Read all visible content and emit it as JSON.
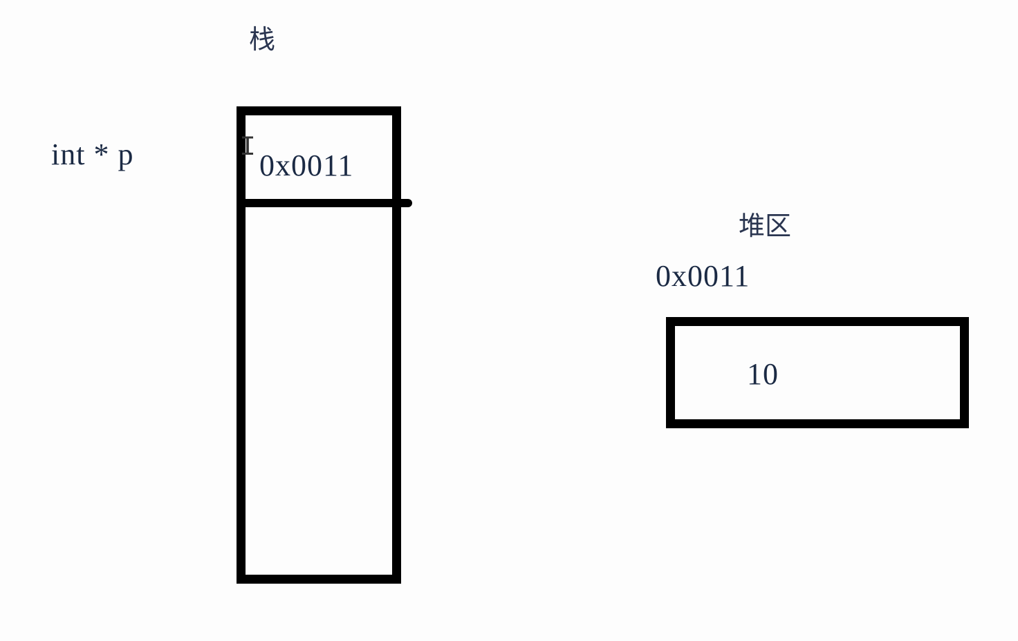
{
  "stack": {
    "title": "栈",
    "variable_label": "int * p",
    "cell_value": "0x0011"
  },
  "heap": {
    "title": "堆区",
    "address": "0x0011",
    "cell_value": "10"
  },
  "cursor": "I"
}
